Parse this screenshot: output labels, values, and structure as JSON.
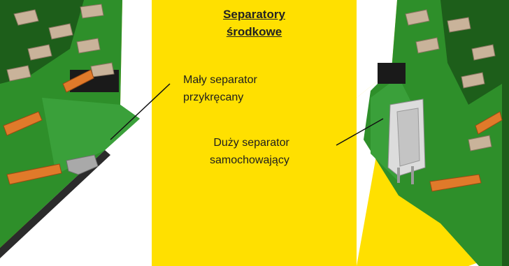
{
  "title": {
    "line1": "Separatory",
    "line2": "środkowe"
  },
  "labels": {
    "small_separator": {
      "line1": "Mały separator",
      "line2": "przykręcany"
    },
    "large_separator": {
      "line1": "Duży separator",
      "line2": "samochowający"
    }
  },
  "colors": {
    "background_yellow": "#ffe000",
    "machine_green": "#2e8f2a",
    "dark_green": "#1d5e1a",
    "orange_tine": "#e07a2a",
    "blade_tan": "#c9b39a"
  }
}
